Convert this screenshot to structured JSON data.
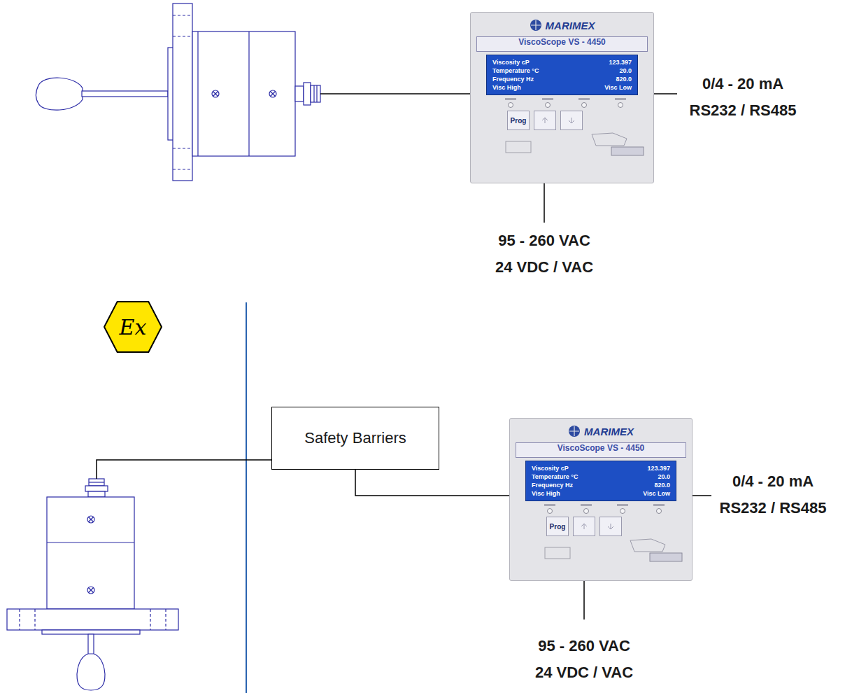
{
  "diagram": {
    "nodes": [
      {
        "text": [
          "MARIMEX",
          "ViscoScope VS - 4450",
          "Viscosity cP",
          "123.397",
          "Temperature °C",
          "20.0",
          "Frequency Hz",
          "820.0",
          "Visc High",
          "Visc Low",
          "Prog"
        ]
      },
      {
        "text": [
          "Ex"
        ]
      },
      {
        "text": [
          "Safety Barriers"
        ]
      },
      {
        "text": [
          "MARIMEX",
          "ViscoScope VS - 4450",
          "Viscosity cP",
          "123.397",
          "Temperature °C",
          "20.0",
          "Frequency Hz",
          "820.0",
          "Visc High",
          "Visc Low",
          "Prog"
        ]
      }
    ],
    "edges": [
      {
        "from": 2,
        "to": 3,
        "arrow": "none"
      }
    ],
    "labels": [
      "0/4 - 20 mA",
      "RS232 / RS485",
      "95 - 260 VAC",
      "24 VDC / VAC",
      "0/4 - 20 mA",
      "RS232 / RS485",
      "95 - 260 VAC",
      "24 VDC / VAC"
    ]
  }
}
